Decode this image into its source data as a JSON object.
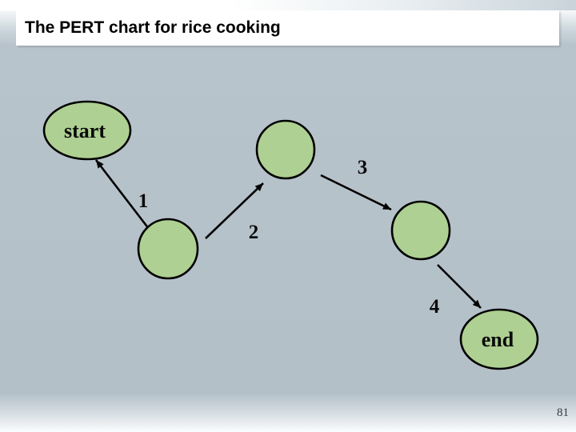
{
  "slide": {
    "title": "The PERT chart for rice cooking",
    "page_number": "81"
  },
  "diagram": {
    "type": "pert-graph",
    "nodes": [
      {
        "id": "start",
        "label": "start",
        "shape": "ellipse"
      },
      {
        "id": "n1",
        "label": "",
        "shape": "circle"
      },
      {
        "id": "n2",
        "label": "",
        "shape": "circle"
      },
      {
        "id": "n3",
        "label": "",
        "shape": "circle"
      },
      {
        "id": "end",
        "label": "end",
        "shape": "ellipse"
      }
    ],
    "edges": [
      {
        "label": "1",
        "from": "n1",
        "to": "start"
      },
      {
        "label": "2",
        "from": "n1",
        "to": "n2"
      },
      {
        "label": "3",
        "from": "n2",
        "to": "n3"
      },
      {
        "label": "4",
        "from": "n3",
        "to": "end"
      }
    ]
  },
  "colors": {
    "background": "#b5c1c9",
    "node_fill": "#aed092",
    "node_stroke": "#000000",
    "title_bar": "#ffffff",
    "title_text": "#000000",
    "label_text": "#0a0a0a",
    "page_number_text": "#353c45"
  }
}
